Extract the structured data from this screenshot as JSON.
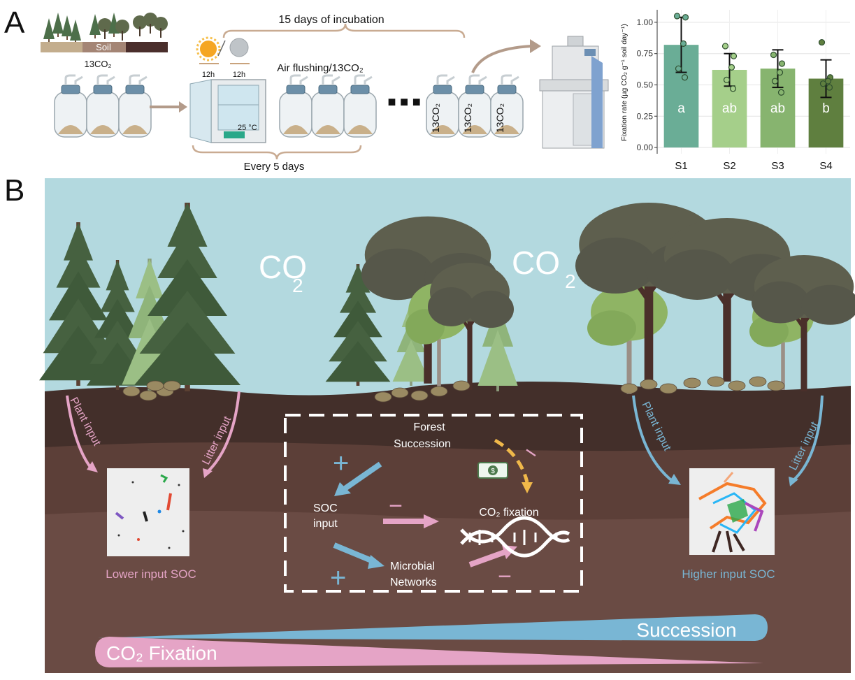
{
  "panels": {
    "a": "A",
    "b": "B"
  },
  "panel_a": {
    "soil_label": "Soil",
    "co2_label": "13CO₂",
    "day_hours": "12h",
    "night_hours": "12h",
    "incubation_label": "15 days of incubation",
    "flushing_label": "Air flushing/13CO₂",
    "temperature_label": "25 °C",
    "every_label": "Every 5 days",
    "ellipsis": "■ ■ ■",
    "bottle_label": "13CO₂"
  },
  "chart_data": {
    "type": "bar",
    "categories": [
      "S1",
      "S2",
      "S3",
      "S4"
    ],
    "values": [
      0.82,
      0.62,
      0.63,
      0.55
    ],
    "errors": [
      0.22,
      0.13,
      0.15,
      0.15
    ],
    "letters": [
      "a",
      "ab",
      "ab",
      "b"
    ],
    "points": [
      [
        1.05,
        1.04,
        0.83,
        0.63,
        0.56
      ],
      [
        0.81,
        0.73,
        0.64,
        0.54,
        0.47
      ],
      [
        0.74,
        0.67,
        0.6,
        0.53,
        0.44
      ],
      [
        0.84,
        0.56,
        0.53,
        0.51,
        0.48
      ]
    ],
    "colors": [
      "#6aad96",
      "#a5cf8a",
      "#87b46f",
      "#5f7f3f"
    ],
    "ylabel": "Fixation rate (µg CO₂ g⁻¹ soil day⁻¹)",
    "ylim": [
      -0.05,
      1.1
    ],
    "yticks": [
      "0.00",
      "0.25",
      "0.50",
      "0.75",
      "1.00"
    ],
    "grid": true
  },
  "panel_b": {
    "co2_left": "CO",
    "co2_right": "CO",
    "co2_sub": "2",
    "left_plant_input": "Plant input",
    "left_litter_input": "Litter input",
    "right_plant_input": "Plant input",
    "right_litter_input": "Litter input",
    "lower_soc": "Lower input SOC",
    "higher_soc": "Higher input SOC",
    "box_forest_line1": "Forest",
    "box_forest_line2": "Succession",
    "box_soc_line1": "SOC",
    "box_soc_line2": "input",
    "box_co2_fixation": "CO₂ fixation",
    "box_microbial_line1": "Microbial",
    "box_microbial_line2": "Networks",
    "plus": "+",
    "minus": "−",
    "succession_label": "Succession",
    "co2_fixation_label": "CO₂ Fixation"
  },
  "colors": {
    "sky": "#b3d9df",
    "soil_top": "#432f2a",
    "soil_mid": "#5c3f38",
    "soil_low": "#6a4b44",
    "pink": "#e5a4c6",
    "blue": "#79b6d4",
    "yellow": "#f0b84a",
    "conifer": "#47613f",
    "broadleaf": "#5f5f4f"
  }
}
